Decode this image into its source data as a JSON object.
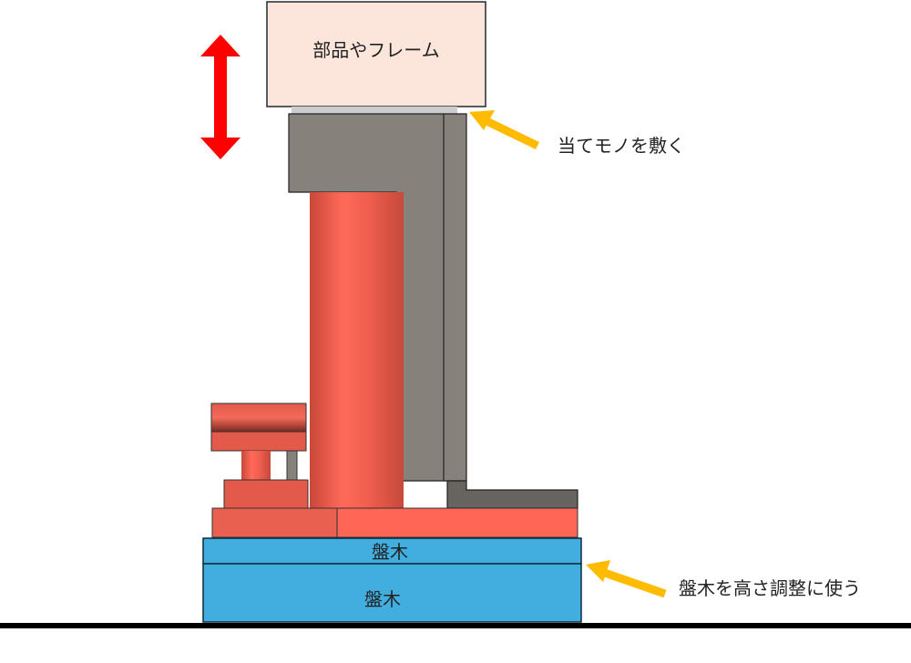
{
  "labels": {
    "frame": "部品やフレーム",
    "pad_note": "当てモノを敷く",
    "block_top": "盤木",
    "block_bottom": "盤木",
    "block_note": "盤木を高さ調整に使う"
  },
  "colors": {
    "frame": "#fce5da",
    "pad": "#cccccc",
    "saddle": "#86827b",
    "foot": "#67635e",
    "jack_red": "#ff6655",
    "jack_red_dark": "#e35a4a",
    "block": "#42aee0",
    "arrow_red": "#ff0000",
    "arrow_yellow": "#ffbb00"
  },
  "icons": {
    "motion": "double-arrow-vertical",
    "callout": "arrow-pointer"
  }
}
